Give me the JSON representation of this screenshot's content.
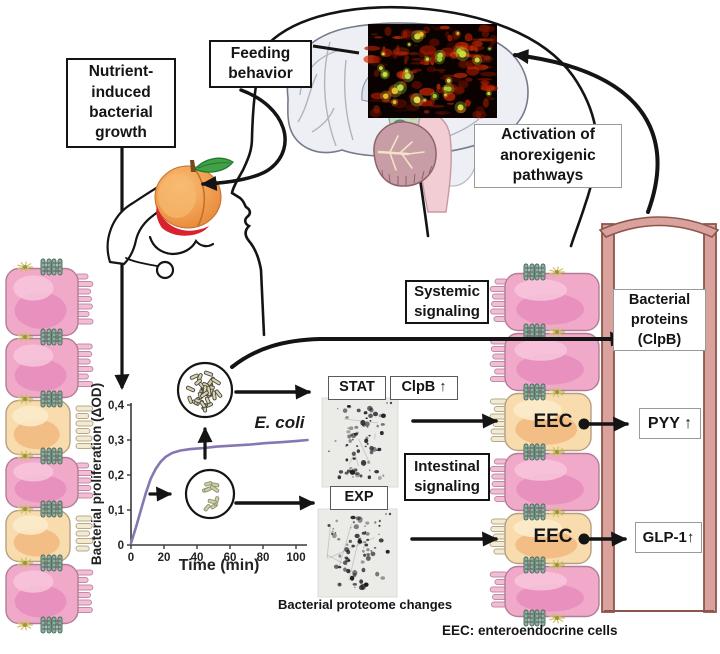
{
  "figure": {
    "background": "#ffffff",
    "description_visible_text_only": true
  },
  "boxes": {
    "nutrient": {
      "lines": [
        "Nutrient-",
        "induced",
        "bacterial",
        "growth"
      ]
    },
    "feeding": {
      "lines": [
        "Feeding",
        "behavior"
      ]
    },
    "activation": {
      "lines": [
        "Activation of",
        "anorexigenic",
        "pathways"
      ]
    },
    "systemic": {
      "lines": [
        "Systemic",
        "signaling"
      ]
    },
    "intestinal": {
      "lines": [
        "Intestinal",
        "signaling"
      ]
    },
    "bacterial_proteins": {
      "lines": [
        "Bacterial",
        "proteins",
        "(ClpB)"
      ]
    },
    "stat_label": "STAT",
    "clpb_label": "ClpB ↑",
    "exp_label": "EXP",
    "pyy_label": "PYY ↑",
    "glp1_label": "GLP-1↑"
  },
  "labels": {
    "eec_cell_1": "EEC",
    "eec_cell_2": "EEC",
    "proteome_caption": "Bacterial proteome changes",
    "eec_caption": "EEC: enteroendocrine cells"
  },
  "chart_data": {
    "type": "line",
    "title": "",
    "xlabel": "Time (min)",
    "ylabel": "Bacterial proliferation  (ΔOD)",
    "xlim": [
      0,
      110
    ],
    "ylim": [
      0,
      0.4
    ],
    "xticks": [
      0,
      20,
      40,
      60,
      80,
      100
    ],
    "ytick_values": [
      0,
      0.1,
      0.2,
      0.3,
      0.4
    ],
    "ytick_labels": [
      "0",
      "0,1",
      "0,2",
      "0,3",
      "0,4"
    ],
    "grid": false,
    "legend_position": "none",
    "series": [
      {
        "name": "E. coli",
        "color": "#8677b2",
        "x": [
          0,
          3,
          6,
          9,
          12,
          15,
          18,
          21,
          25,
          30,
          36,
          44,
          52,
          62,
          72,
          82,
          92,
          100,
          107
        ],
        "y": [
          0.005,
          0.05,
          0.1,
          0.148,
          0.19,
          0.218,
          0.238,
          0.252,
          0.263,
          0.27,
          0.274,
          0.277,
          0.281,
          0.284,
          0.287,
          0.291,
          0.294,
          0.297,
          0.3
        ],
        "annotation": "E. coli",
        "annotation_pos": [
          90,
          0.334
        ]
      }
    ]
  },
  "colors": {
    "line_purple": "#8677b2",
    "epithelium_pink": "#f1a9ca",
    "epithelium_pink_dark": "#e689ba",
    "eec_orange": "#f9dcae",
    "eec_orange_dark": "#f0b478",
    "villi_cream": "#f3ead1",
    "tight_junction_teal": "#93ad9f",
    "desmosome_yellow": "#cfc160",
    "vessel_wall": "#d9a29c",
    "vessel_outline": "#8e554d",
    "fluoro_background": "#0a0200",
    "fluoro_red": "#b81e00",
    "fluoro_green": "#b5e03c",
    "arrow_black": "#141414",
    "gel_background": "#ebebe8"
  }
}
